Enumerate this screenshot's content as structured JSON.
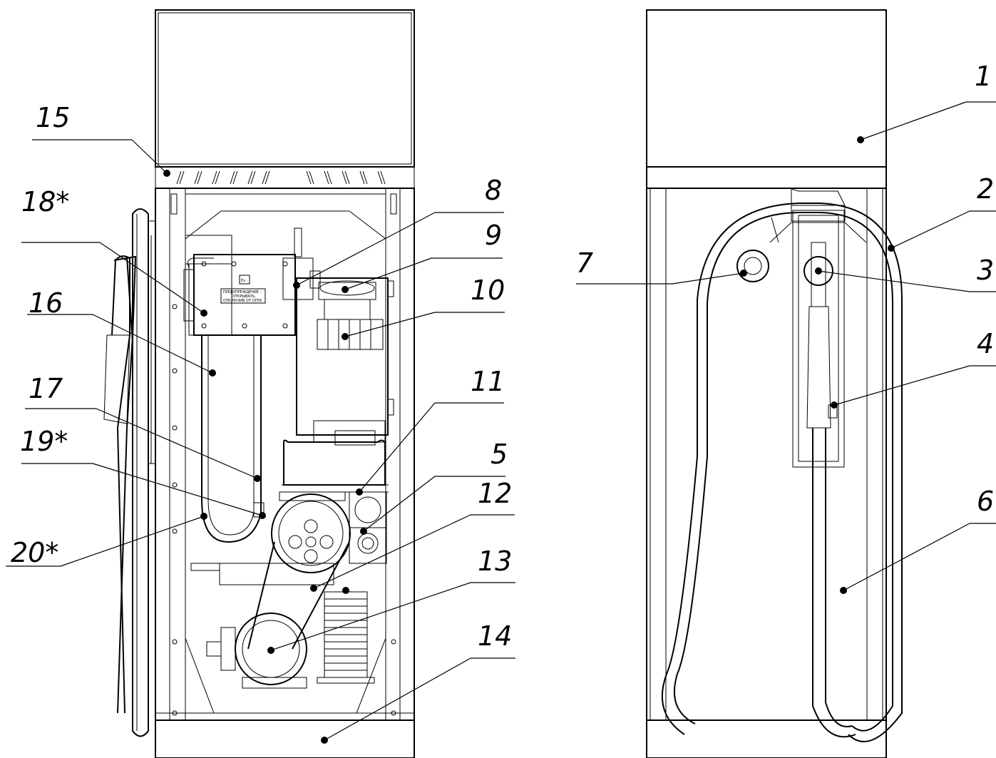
{
  "diagram": {
    "callouts": [
      "1",
      "2",
      "3",
      "4",
      "5",
      "6",
      "7",
      "8",
      "9",
      "10",
      "11",
      "12",
      "13",
      "14",
      "15",
      "16",
      "17",
      "18*",
      "19*",
      "20*"
    ],
    "ex_marking": "Ex",
    "warning_plate": [
      "ПРЕДУПРЕЖДЕНИЕ -",
      "ОТКРЫВАТЬ,",
      "ОТКЛЮЧИВ ОТ СЕТИ"
    ]
  },
  "colors": {
    "line": "#000000",
    "background": "#ffffff"
  }
}
